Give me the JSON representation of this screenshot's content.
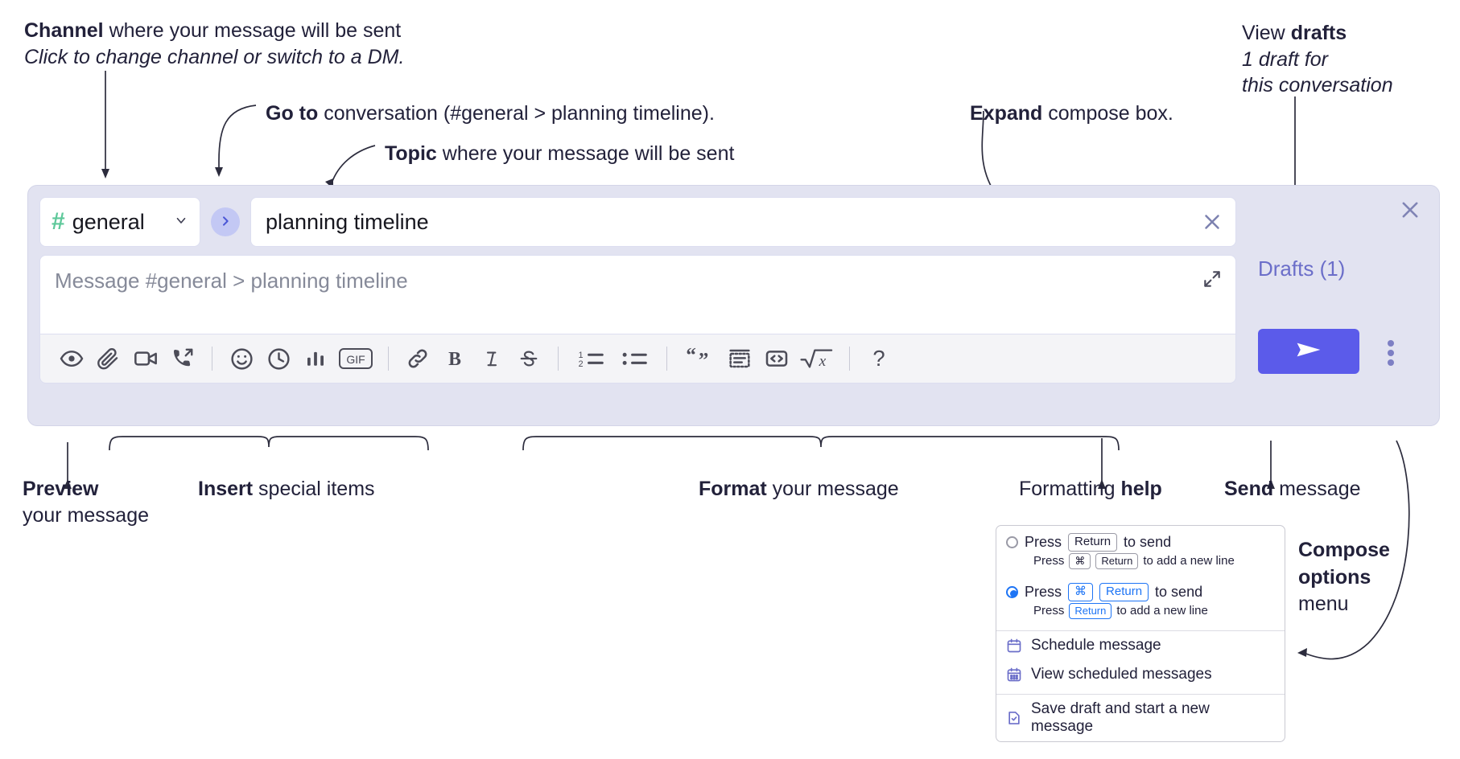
{
  "annotations": {
    "channel": {
      "bold": "Channel",
      "rest": " where your message will be sent",
      "italic": "Click to change channel or switch to a DM."
    },
    "goto": {
      "bold": "Go to",
      "rest": " conversation (#general > planning timeline)."
    },
    "topic": {
      "bold": "Topic",
      "rest": " where your message will be sent"
    },
    "expand": {
      "bold": "Expand",
      "rest": " compose box."
    },
    "drafts": {
      "plain": "View ",
      "bold": "drafts",
      "italic1": "1 draft for",
      "italic2": "this conversation"
    },
    "preview": {
      "bold": "Preview",
      "rest": "your message"
    },
    "insert": {
      "bold": "Insert",
      "rest": " special items"
    },
    "format": {
      "bold": "Format",
      "rest": " your message"
    },
    "help": {
      "plain": "Formatting ",
      "bold": "help"
    },
    "send": {
      "bold": "Send",
      "rest": " message"
    },
    "compose": {
      "bold1": "Compose",
      "bold2": "options",
      "rest": "menu"
    }
  },
  "compose": {
    "channel_name": "general",
    "hash_icon": "hash-icon",
    "chevron_icon": "chevron-down-icon",
    "goto_icon": "chevron-right-icon",
    "topic_value": "planning timeline",
    "clear_icon": "close-icon",
    "message_placeholder": "Message #general > planning timeline",
    "expand_icon": "expand-icon",
    "close_icon": "close-icon",
    "drafts_label": "Drafts (1)",
    "send_icon": "paper-plane-icon",
    "kebab_icon": "more-vertical-icon",
    "accent_color": "#5b5bea",
    "panel_color": "#e2e3f1",
    "toolbar": [
      {
        "name": "preview-button",
        "icon": "eye-icon"
      },
      {
        "name": "attach-button",
        "icon": "paperclip-icon"
      },
      {
        "name": "video-clip-button",
        "icon": "video-camera-icon"
      },
      {
        "name": "audio-clip-button",
        "icon": "phone-arrow-icon"
      },
      {
        "name": "separator-1",
        "icon": "divider"
      },
      {
        "name": "emoji-button",
        "icon": "smiley-icon"
      },
      {
        "name": "reminder-button",
        "icon": "clock-icon"
      },
      {
        "name": "poll-button",
        "icon": "bar-chart-icon"
      },
      {
        "name": "gif-button",
        "icon": "gif-icon",
        "label": "GIF"
      },
      {
        "name": "separator-2",
        "icon": "divider"
      },
      {
        "name": "link-button",
        "icon": "link-icon"
      },
      {
        "name": "bold-button",
        "icon": "bold-icon",
        "label": "B"
      },
      {
        "name": "italic-button",
        "icon": "italic-icon",
        "label": "I"
      },
      {
        "name": "strikethrough-button",
        "icon": "strikethrough-icon",
        "label": "S"
      },
      {
        "name": "separator-3",
        "icon": "divider"
      },
      {
        "name": "ordered-list-button",
        "icon": "ordered-list-icon"
      },
      {
        "name": "bulleted-list-button",
        "icon": "bulleted-list-icon"
      },
      {
        "name": "separator-4",
        "icon": "divider"
      },
      {
        "name": "blockquote-button",
        "icon": "quote-icon"
      },
      {
        "name": "code-block-button",
        "icon": "code-block-icon"
      },
      {
        "name": "code-button",
        "icon": "code-icon"
      },
      {
        "name": "math-button",
        "icon": "math-icon"
      },
      {
        "name": "separator-5",
        "icon": "divider"
      },
      {
        "name": "formatting-help-button",
        "icon": "question-mark-icon",
        "label": "?"
      }
    ]
  },
  "menu": {
    "option1": {
      "press": "Press",
      "key": "Return",
      "tail": "to send",
      "selected": false,
      "sub_press": "Press",
      "sub_key1": "⌘",
      "sub_key2": "Return",
      "sub_tail": "to add a new line"
    },
    "option2": {
      "press": "Press",
      "key1": "⌘",
      "key2": "Return",
      "tail": "to send",
      "selected": true,
      "sub_press": "Press",
      "sub_key": "Return",
      "sub_tail": "to add a new line"
    },
    "items": [
      {
        "label": "Schedule message",
        "icon": "calendar-icon"
      },
      {
        "label": "View scheduled messages",
        "icon": "calendar-grid-icon"
      },
      {
        "label": "Save draft and start a new message",
        "icon": "document-check-icon"
      }
    ]
  }
}
